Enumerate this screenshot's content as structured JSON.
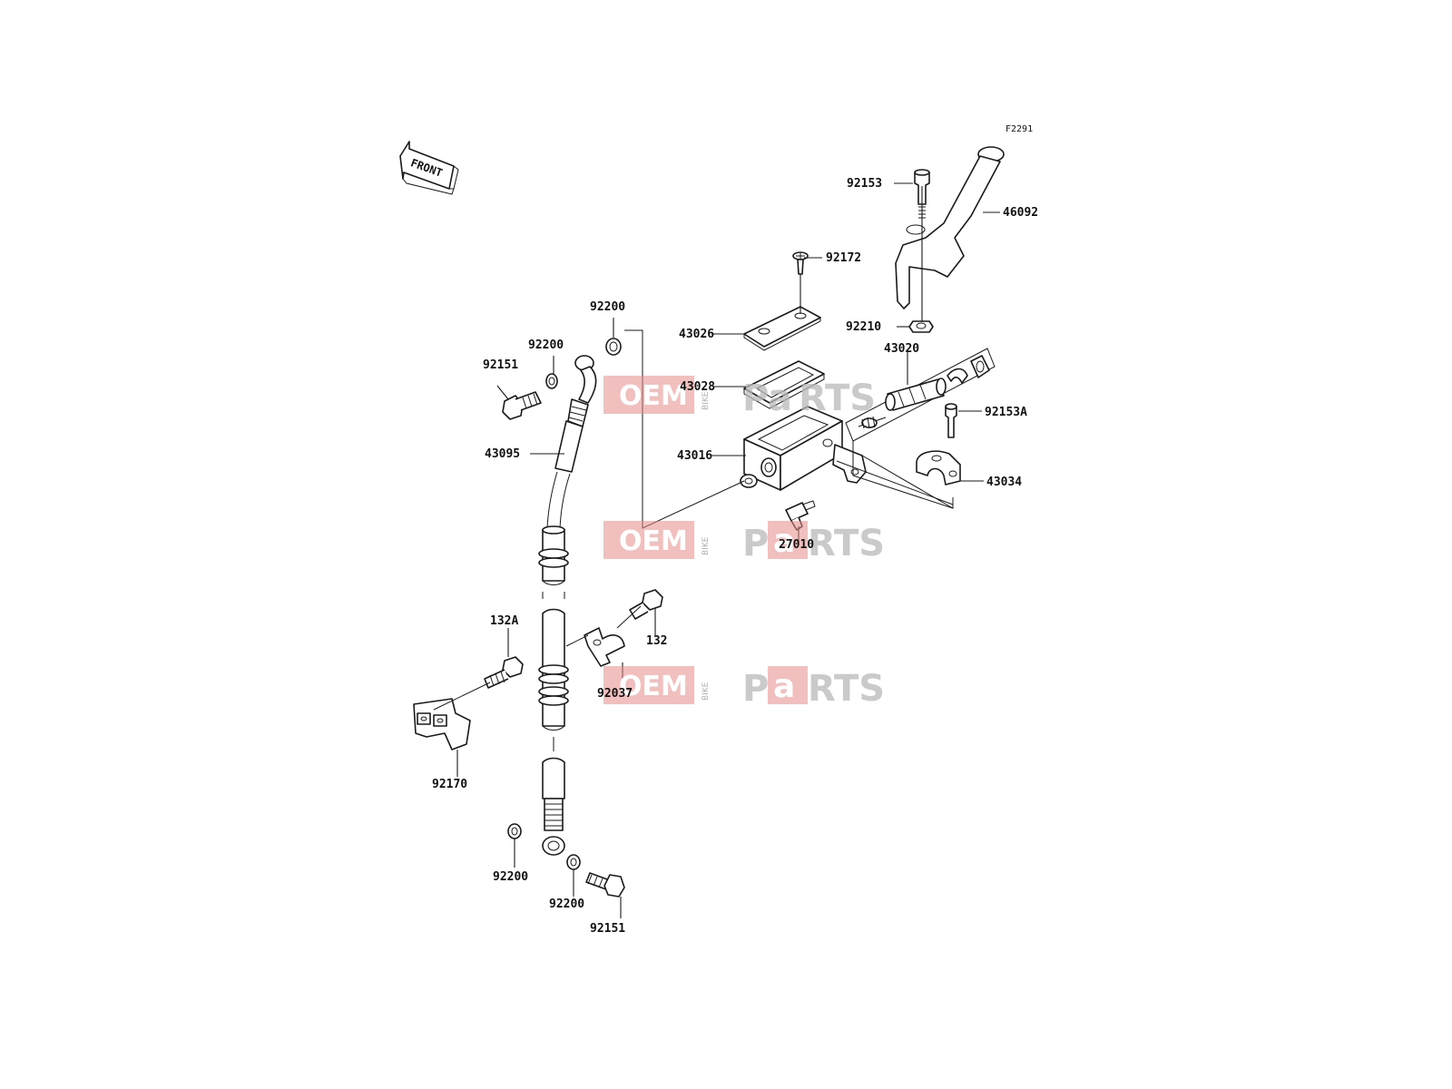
{
  "figure_code": "F2291",
  "front_label": "FRONT",
  "watermark": {
    "oem": "OEM",
    "bike": "BIKE",
    "p": "P",
    "a": "a",
    "rts": "RTS"
  },
  "labels": {
    "l_92153": "92153",
    "l_46092": "46092",
    "l_92172": "92172",
    "l_92200_top": "92200",
    "l_92200_mid": "92200",
    "l_43026": "43026",
    "l_92210": "92210",
    "l_92151_top": "92151",
    "l_43020": "43020",
    "l_43028": "43028",
    "l_92153A": "92153A",
    "l_43095": "43095",
    "l_43016": "43016",
    "l_43034": "43034",
    "l_27010": "27010",
    "l_132": "132",
    "l_132A": "132A",
    "l_92037": "92037",
    "l_92170": "92170",
    "l_92200_bl": "92200",
    "l_92200_br": "92200",
    "l_92151_bot": "92151"
  }
}
